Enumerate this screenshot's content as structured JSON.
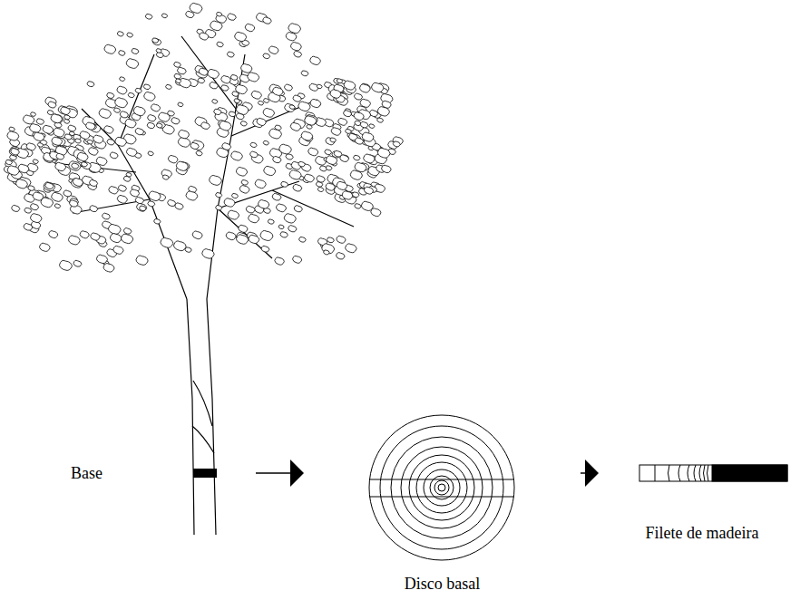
{
  "diagram": {
    "nodes": [
      {
        "text": [
          "Base"
        ]
      },
      {
        "text": [
          "Disco basal"
        ]
      },
      {
        "text": [
          "Filete de madeira"
        ]
      }
    ],
    "edges": [
      {
        "from": 0,
        "to": 1,
        "arrow": "to"
      },
      {
        "from": 1,
        "to": 2,
        "arrow": "to"
      }
    ]
  }
}
